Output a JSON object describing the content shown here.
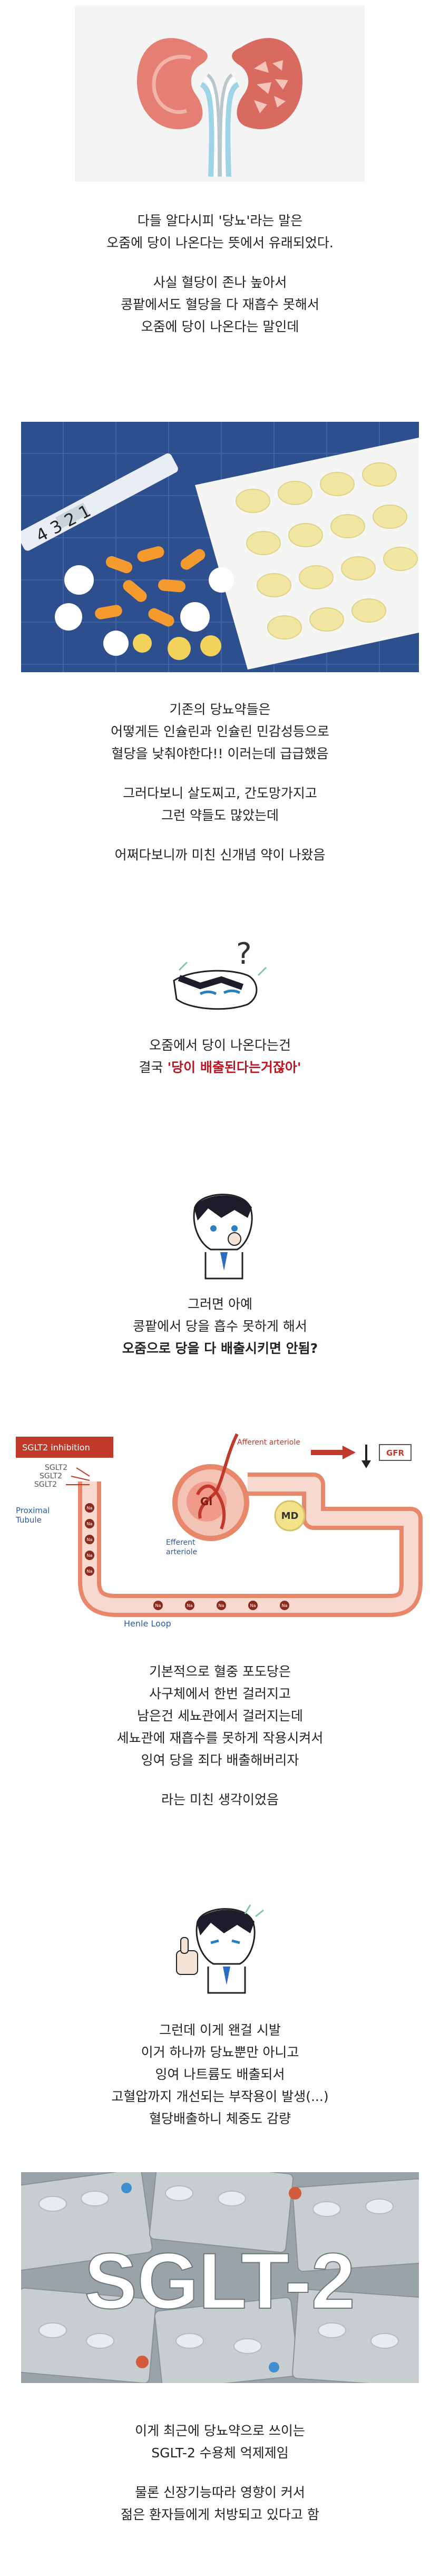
{
  "intro_text": {
    "line1": "다들 알다시피 '당뇨'라는 말은",
    "line2": "오줌에 당이 나온다는 뜻에서 유래되었다.",
    "line3": "사실 혈당이 존나 높아서",
    "line4": "콩팥에서도 혈당을 다 재흡수 못해서",
    "line5": "오줌에 당이 나온다는 말인데"
  },
  "drugs_text": {
    "line1": "기존의 당뇨약들은",
    "line2": "어떻게든 인슐린과 인슐린 민감성등으로",
    "line3": "혈당을 낮춰야한다!! 이러는데 급급했음",
    "line4": "그러다보니 살도찌고, 간도망가지고",
    "line5": "그런 약들도 많았는데",
    "line6": "어쩌다보니까 미친 신개념 약이 나왔음"
  },
  "question_text": {
    "line1": "오줌에서 당이 나온다는건",
    "line2_prefix": "결국 ",
    "line2_emph": "'당이 배출된다는거잖아'"
  },
  "idea_text": {
    "line1": "그러면 아예",
    "line2": "콩팥에서 당을 흡수 못하게 해서",
    "line3": "오줌으로 당을 다 배출시키면 안됨?"
  },
  "diagram": {
    "inhibition_label": "SGLT2 inhibition",
    "sglt2_label": "SGLT2",
    "proximal_label_1": "Proximal",
    "proximal_label_2": "Tubule",
    "afferent_label": "Afferent arteriole",
    "efferent_label_1": "Efferent",
    "efferent_label_2": "arteriole",
    "gl_label": "Gl",
    "md_label": "MD",
    "gfr_label": "GFR",
    "henle_label": "Henle Loop",
    "na_label": "Na",
    "question_mark": "?"
  },
  "mechanism_text": {
    "line1": "기본적으로 혈중 포도당은",
    "line2": "사구체에서 한번 걸러지고",
    "line3": "남은건 세뇨관에서 걸러지는데",
    "line4": "세뇨관에 재흡수를 못하게 작용시켜서",
    "line5": "잉여 당을 죄다 배출해버리자",
    "line6": "라는 미친 생각이었음"
  },
  "result_text": {
    "line1": "그런데 이게 왠걸 시발",
    "line2": "이거 하나까 당뇨뿐만 아니고",
    "line3": "잉여 나트륨도 배출되서",
    "line4": "고혈압까지 개선되는 부작용이 발생(...)",
    "line5": "혈당배출하니 체중도 감량"
  },
  "banner": {
    "title": "SGLT-2"
  },
  "outro_text": {
    "line1": "이게 최근에 당뇨약으로 쓰이는",
    "line2": "SGLT-2 수용체 억제제임",
    "line3": "물론 신장기능따라 영향이 커서",
    "line4": "젊은 환자들에게 처방되고 있다고 함"
  },
  "colors": {
    "kidney": "#e06a5f",
    "tubule": "#e9876b",
    "tubule_inner": "#f7d9cf",
    "label_red": "#c0392b",
    "label_blue": "#2c5aa0",
    "pill_background": "#2d4f8e"
  },
  "icons": [
    "kidney-illustration-icon",
    "pills-photo",
    "confused-character-icon",
    "thinking-character-icon",
    "thumbs-up-character-icon",
    "pill-blister-photo"
  ]
}
